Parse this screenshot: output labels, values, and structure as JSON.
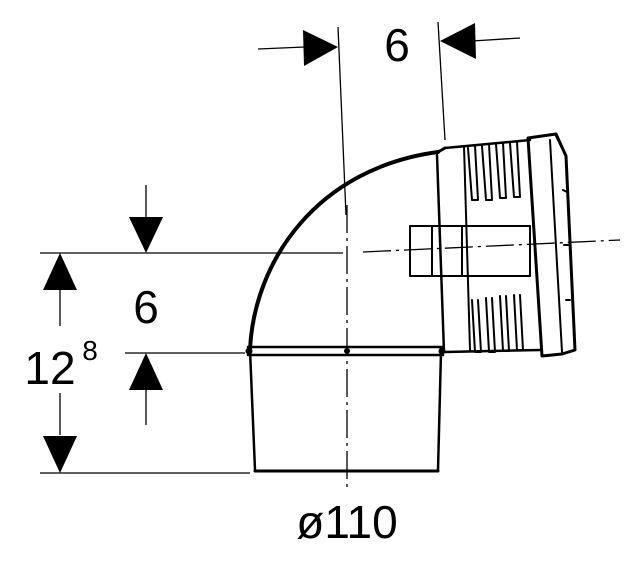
{
  "dimensions": {
    "top_offset": "6",
    "side_offset": "6",
    "height_main": "12",
    "height_sup": "8",
    "diameter": "ø110"
  },
  "colors": {
    "stroke": "#000000",
    "background": "#ffffff"
  }
}
